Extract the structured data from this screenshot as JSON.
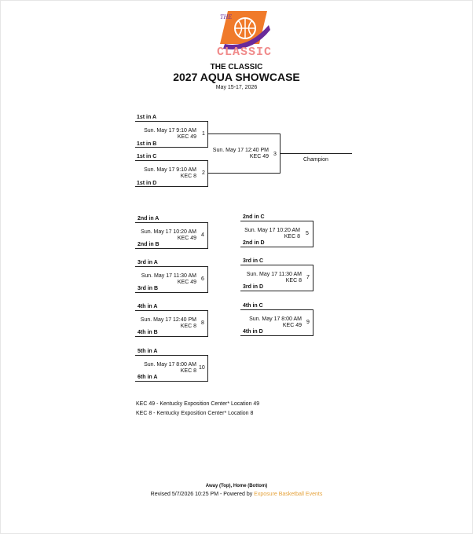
{
  "header": {
    "logo_alt": "THE CLASSIC",
    "logo_word": "CLASSIC",
    "logo_the": "THE",
    "title_small": "THE CLASSIC",
    "title_main": "2027 AQUA SHOWCASE",
    "dates": "May 15-17, 2026"
  },
  "bracket": {
    "g1": {
      "top": "1st in A",
      "bottom": "1st in B",
      "time": "Sun. May 17 9:10 AM",
      "loc": "KEC 49",
      "num": "1"
    },
    "g2": {
      "top": "1st in C",
      "bottom": "1st in D",
      "time": "Sun. May 17 9:10 AM",
      "loc": "KEC 8",
      "num": "2"
    },
    "g3": {
      "time": "Sun. May 17 12:40 PM",
      "loc": "KEC 49",
      "num": "3"
    },
    "champion": "Champion"
  },
  "consolation": {
    "g4": {
      "top": "2nd in A",
      "bottom": "2nd in B",
      "time": "Sun. May 17 10:20 AM",
      "loc": "KEC 49",
      "num": "4"
    },
    "g5": {
      "top": "2nd in C",
      "bottom": "2nd in D",
      "time": "Sun. May 17 10:20 AM",
      "loc": "KEC 8",
      "num": "5"
    },
    "g6": {
      "top": "3rd in A",
      "bottom": "3rd in B",
      "time": "Sun. May 17 11:30 AM",
      "loc": "KEC 49",
      "num": "6"
    },
    "g7": {
      "top": "3rd in C",
      "bottom": "3rd in D",
      "time": "Sun. May 17 11:30 AM",
      "loc": "KEC 8",
      "num": "7"
    },
    "g8": {
      "top": "4th in A",
      "bottom": "4th in B",
      "time": "Sun. May 17 12:40 PM",
      "loc": "KEC 8",
      "num": "8"
    },
    "g9": {
      "top": "4th in C",
      "bottom": "4th in D",
      "time": "Sun. May 17 8:00 AM",
      "loc": "KEC 49",
      "num": "9"
    },
    "g10": {
      "top": "5th in A",
      "bottom": "6th in A",
      "time": "Sun. May 17 8:00 AM",
      "loc": "KEC 8",
      "num": "10"
    }
  },
  "legend": [
    "KEC 49 - Kentucky Exposition Center* Location 49",
    "KEC 8 - Kentucky Exposition Center* Location 8"
  ],
  "footer": {
    "note": "Away (Top), Home (Bottom)",
    "revised": "Revised 5/7/2026 10:25 PM - Powered by ",
    "link": "Exposure Basketball Events",
    "link_color": "#e5a23a"
  },
  "colors": {
    "logo_orange": "#f07a2a",
    "logo_purple": "#6a2a9a",
    "logo_red": "#f08a8a"
  }
}
